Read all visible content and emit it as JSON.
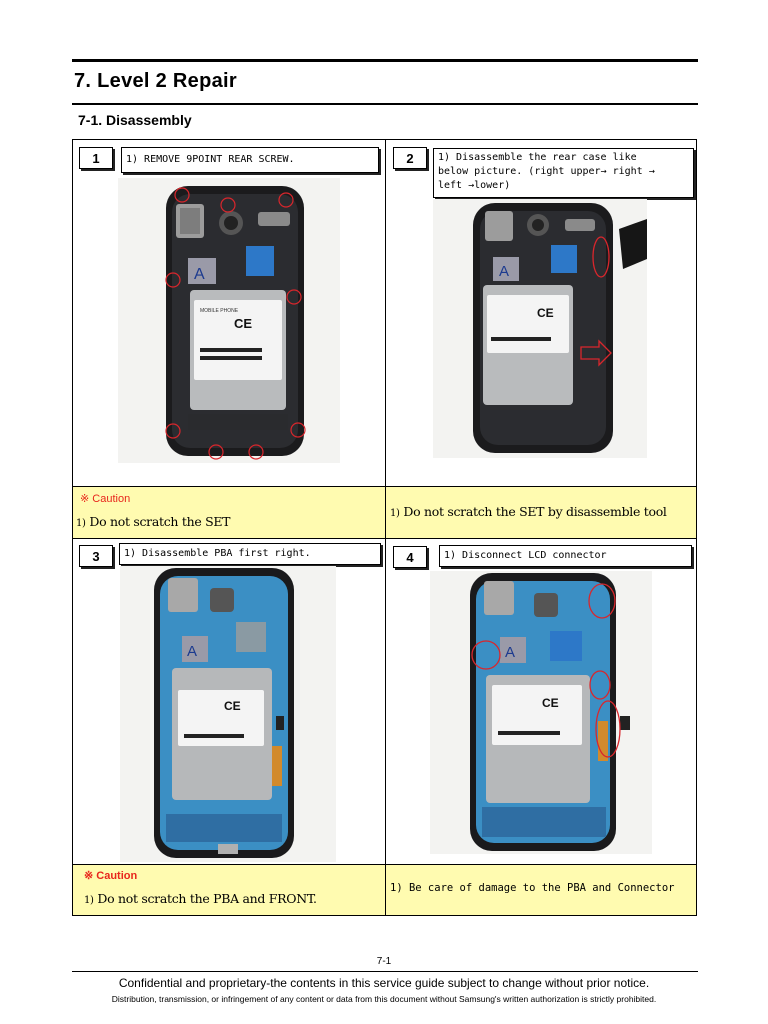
{
  "header": {
    "chapter_title": "7. Level 2 Repair",
    "section_title": "7-1. Disassembly"
  },
  "steps": [
    {
      "number": "1",
      "instruction": "1) REMOVE 9POINT REAR SCREW."
    },
    {
      "number": "2",
      "instruction": "1) Disassemble the rear case like\n   below picture. (right upper→ right →\nleft →lower)"
    },
    {
      "number": "3",
      "instruction": "1)  Disassemble PBA first right."
    },
    {
      "number": "4",
      "instruction": "1) Disconnect LCD connector"
    }
  ],
  "notes": {
    "cell1_caution": "※ Caution",
    "cell1_index": "1)",
    "cell1_text": "Do not scratch the SET",
    "cell2_index": "1)",
    "cell2_text": "Do not scratch the SET by disassemble tool",
    "cell3_caution": "※ Caution",
    "cell3_index": "1)",
    "cell3_text": "Do not scratch the PBA and FRONT.",
    "cell4_text": "1) Be care of damage to the PBA and Connector"
  },
  "footer": {
    "page_number": "7-1",
    "line1": "Confidential and proprietary-the contents in this service guide subject to change without prior notice.",
    "line2": "Distribution, transmission, or infringement of any content or data from this document without Samsung's written authorization is strictly prohibited."
  },
  "colors": {
    "caution_red": "#e8261c",
    "note_yellow": "#fffbb0",
    "highlight_circle": "#d9262c"
  }
}
